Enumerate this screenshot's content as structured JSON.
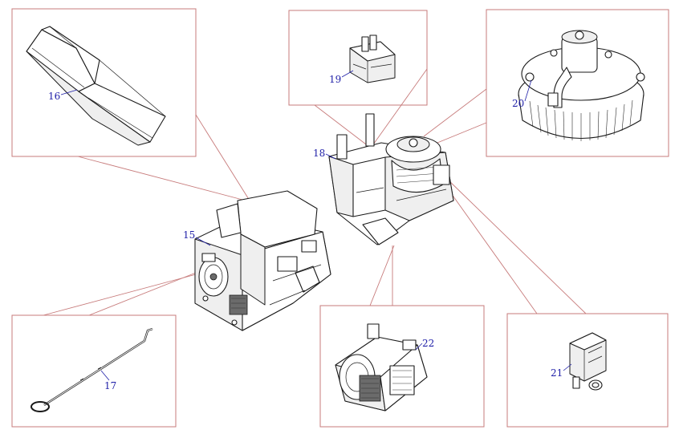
{
  "callouts": {
    "p15": "15",
    "p16": "16",
    "p17": "17",
    "p18": "18",
    "p19": "19",
    "p20": "20",
    "p21": "21",
    "p22": "22"
  },
  "colors": {
    "frame": "#c77b7b",
    "callout_text": "#1f1fa8",
    "line_art": "#1a1a1a"
  }
}
